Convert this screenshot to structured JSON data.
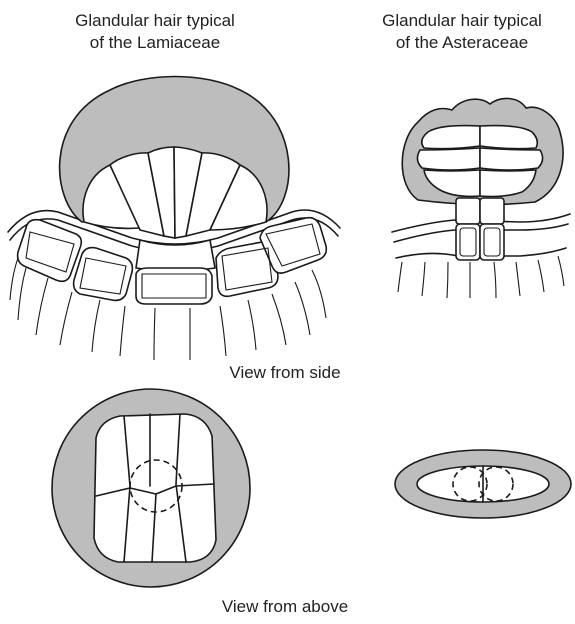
{
  "titles": {
    "lamiaceae": [
      "Glandular hair typical",
      "of the Lamiaceae"
    ],
    "asteraceae": [
      "Glandular hair typical",
      "of the Asteraceae"
    ]
  },
  "views": {
    "side": "View from side",
    "above": "View from above"
  },
  "colors": {
    "secretion": "#bdbdbd",
    "cell": "#ffffff",
    "outline": "#1a1a1a"
  }
}
